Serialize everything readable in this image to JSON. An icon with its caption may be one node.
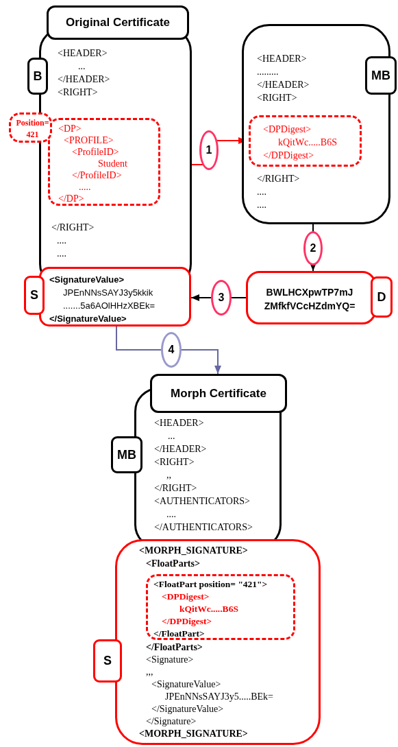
{
  "diagram": {
    "nodes": [
      {
        "text": [
          "Original Certificate",
          "<HEADER> ... </HEADER> <RIGHT>",
          "</RIGHT> .... ...."
        ]
      },
      {
        "text": [
          "B"
        ]
      },
      {
        "text": [
          "Position= 421"
        ]
      },
      {
        "text": [
          "<DP> <PROFILE> <ProfileID> Student </ProfileID> ..... </DP>"
        ],
        "in": 0
      },
      {
        "text": [
          "<SignatureValue> JPEnNNsSAYJ3y5kkik .......5a6AOlHHzXBEk= </SignatureValue>"
        ]
      },
      {
        "text": [
          "S"
        ]
      },
      {
        "text": [
          "<HEADER> ......... </HEADER> <RIGHT>",
          "</RIGHT> .... ...."
        ]
      },
      {
        "text": [
          "MB"
        ]
      },
      {
        "text": [
          "<DPDigest> kQitWc.....B6S </DPDigest>"
        ],
        "in": 6
      },
      {
        "text": [
          "BWLHCXpwTP7mJ ZMfkfVCcHZdmYQ="
        ]
      },
      {
        "text": [
          "D"
        ]
      },
      {
        "text": [
          "Morph Certificate",
          "<HEADER> ... </HEADER> <RIGHT> ,, </RIGHT> <AUTHENTICATORS> .... </AUTHENTICATORS>"
        ]
      },
      {
        "text": [
          "MB"
        ]
      },
      {
        "text": [
          "<MORPH_SIGNATURE> <FloatParts>",
          "</FloatParts> <Signature> ,,, <SignatureValue> JPEnNNsSAYJ3y5.....BEk= </SignatureValue> </Signature> <MORPH_SIGNATURE>"
        ]
      },
      {
        "text": [
          "<FloatPart position= \"421\"> <DPDigest> kQitWc.....B6S </DPDigest> </FloatPart>"
        ],
        "in": 13
      },
      {
        "text": [
          "S"
        ]
      }
    ],
    "edges": [
      {
        "from": 3,
        "to": 8,
        "arrow": "to",
        "label": "1",
        "color": "#ff0000"
      },
      {
        "from": 6,
        "to": 9,
        "arrow": "to",
        "label": "2"
      },
      {
        "from": 9,
        "to": 4,
        "arrow": "to",
        "label": "3"
      },
      {
        "from": 4,
        "to": 11,
        "arrow": "to",
        "label": "4",
        "color": "#6666a0"
      }
    ]
  }
}
